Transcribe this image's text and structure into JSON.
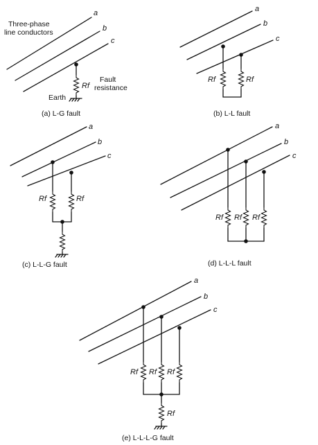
{
  "labels": {
    "three_phase_line1": "Three-phase",
    "three_phase_line2": "line conductors",
    "fault_resistance_line1": "Fault",
    "fault_resistance_line2": "resistance",
    "earth": "Earth"
  },
  "phases": [
    "a",
    "b",
    "c"
  ],
  "resistor_label": "Rf",
  "captions": {
    "a": "(a) L-G fault",
    "b": "(b) L-L fault",
    "c": "(c) L-L-G fault",
    "d": "(d) L-L-L  fault",
    "e": "(e) L-L-L-G fault"
  }
}
